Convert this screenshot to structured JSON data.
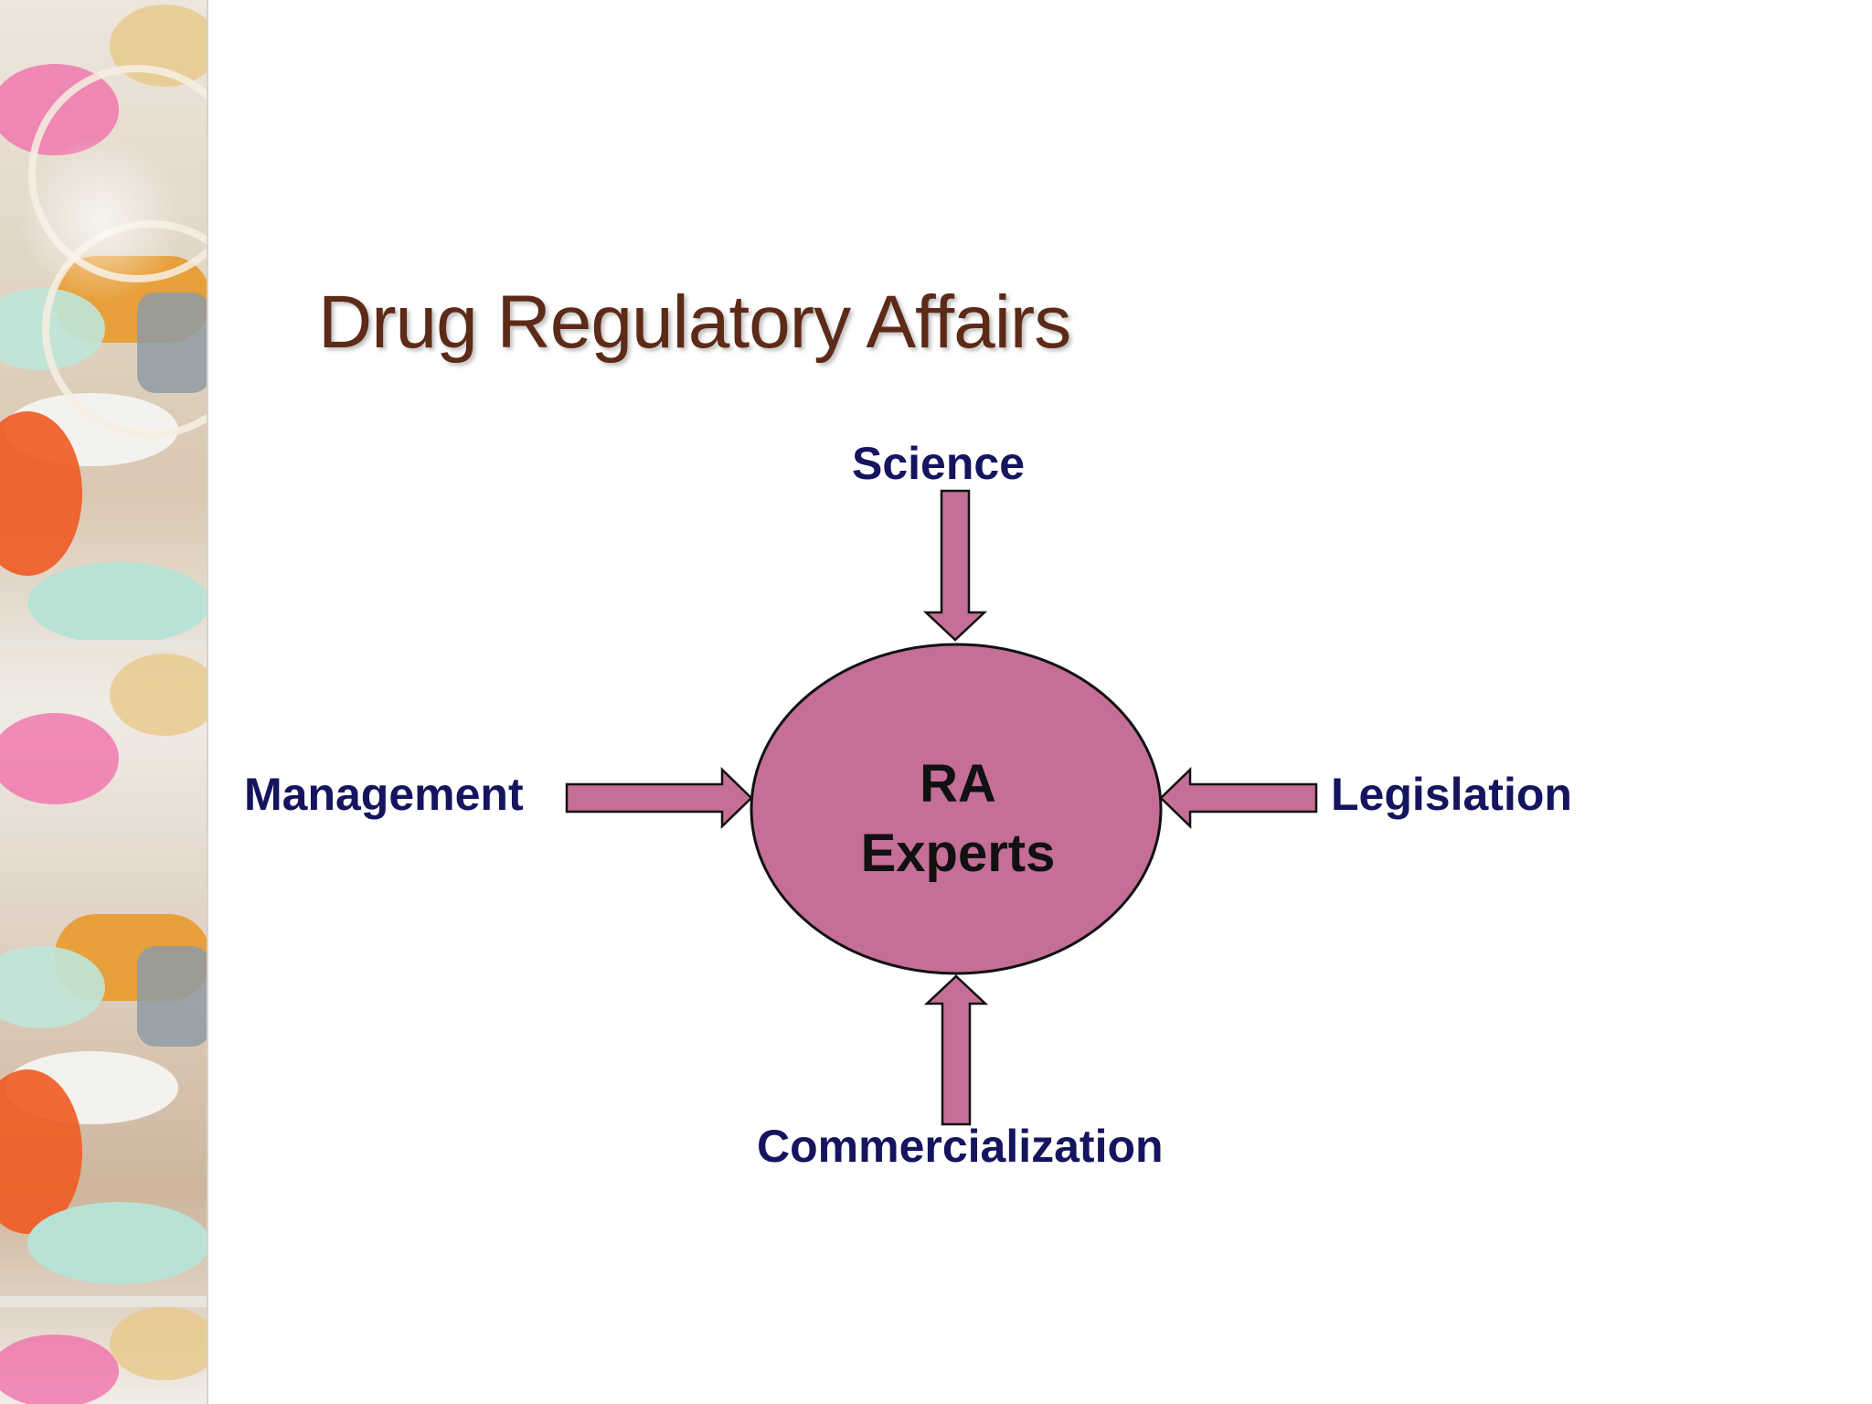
{
  "slide": {
    "title": "Drug Regulatory Affairs"
  },
  "diagram": {
    "center": {
      "line1": "RA",
      "line2": "Experts"
    },
    "inputs": {
      "top": "Science",
      "left": "Management",
      "right": "Legislation",
      "bottom": "Commercialization"
    }
  },
  "colors": {
    "title": "#5c2a17",
    "labels": "#14145f",
    "node_fill": "#c46e98",
    "outline": "#111111"
  }
}
